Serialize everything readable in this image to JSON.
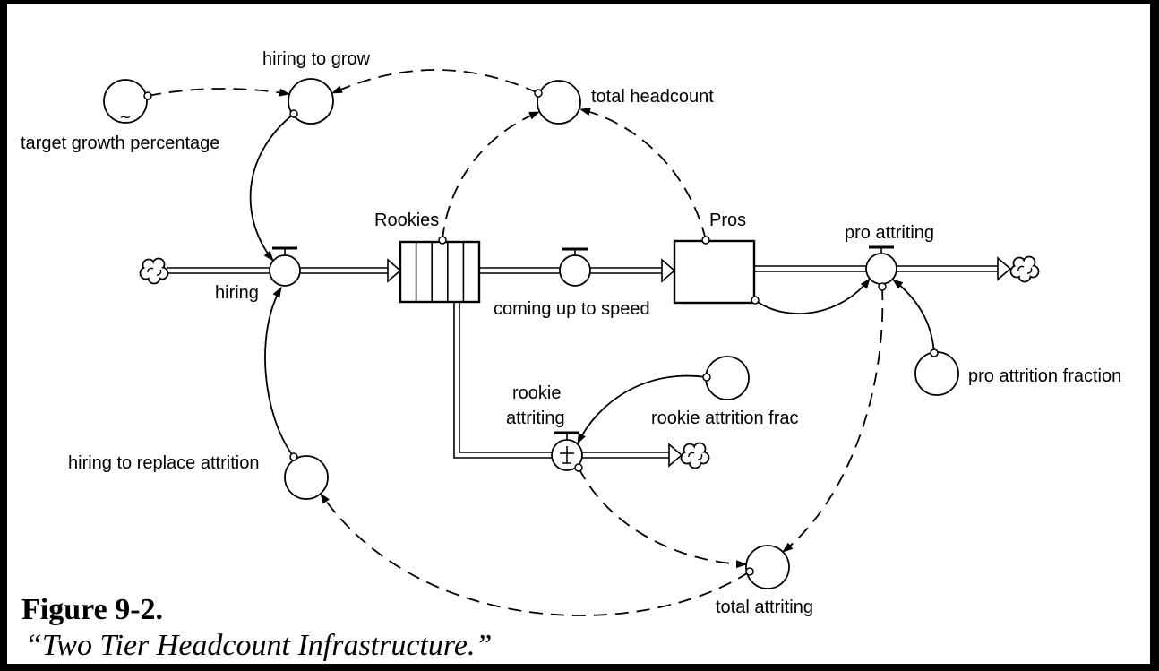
{
  "figure": {
    "number": "Figure 9-2.",
    "caption": "“Two Tier Headcount Infrastructure.”"
  },
  "diagram": {
    "lookup_symbol": "~",
    "stocks": {
      "rookies": "Rookies",
      "pros": "Pros"
    },
    "flows": {
      "hiring": "hiring",
      "coming_up_to_speed": "coming up to speed",
      "pro_attriting": "pro attriting",
      "rookie_attriting": [
        "rookie",
        "attriting"
      ]
    },
    "variables": {
      "target_growth_percentage": "target growth percentage",
      "hiring_to_grow": "hiring to grow",
      "total_headcount": "total headcount",
      "hiring_to_replace_attrition": "hiring to replace attrition",
      "pro_attrition_fraction": "pro attrition fraction",
      "rookie_attrition_frac": "rookie attrition frac",
      "total_attriting": "total attriting"
    }
  },
  "colors": {
    "ink": "#000000",
    "paper": "#ffffff",
    "frame": "#000000"
  }
}
